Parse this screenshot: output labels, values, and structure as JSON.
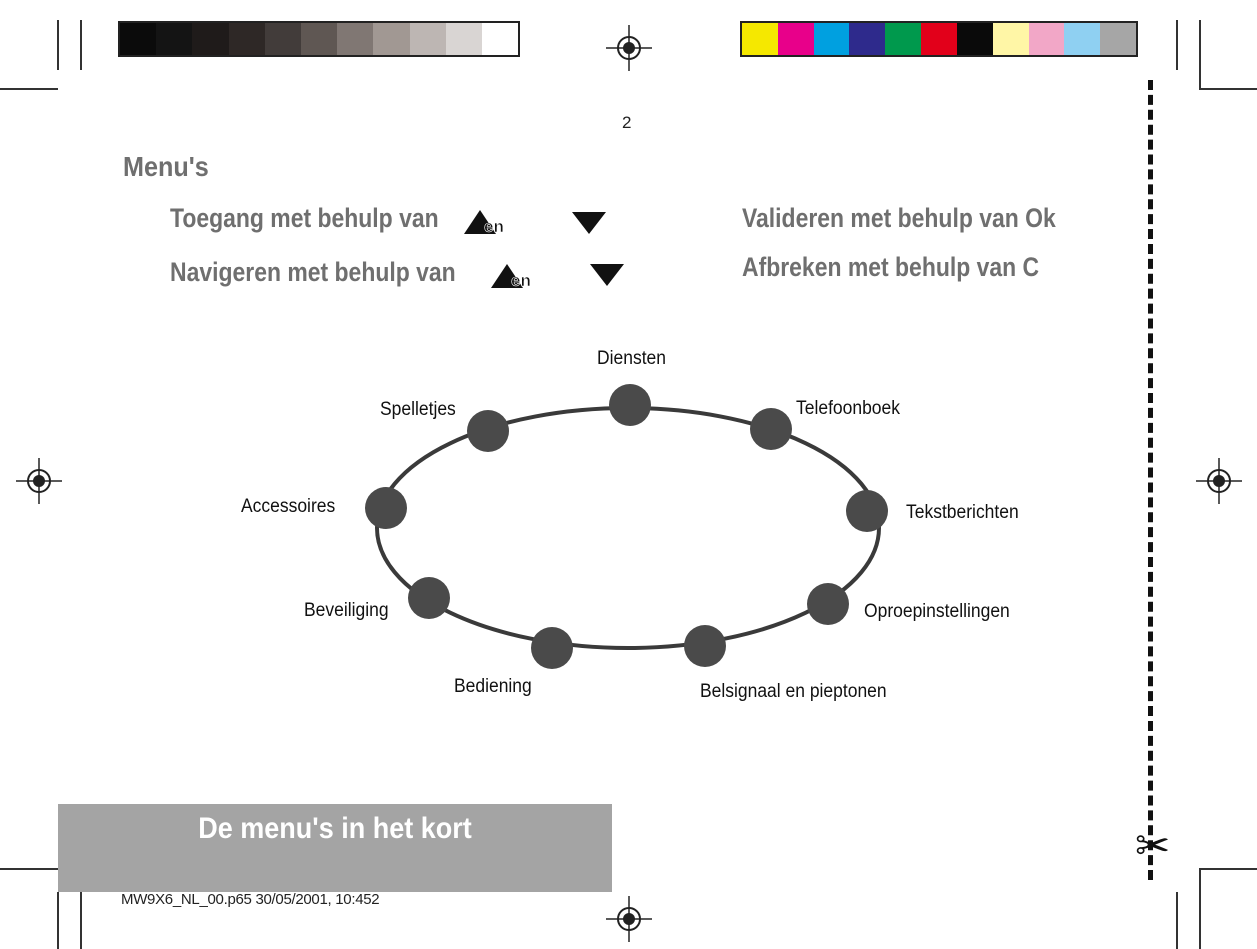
{
  "page_number": "2",
  "title": "Menu's",
  "instructions": {
    "access": "Toegang met behulp van",
    "access_key": "en",
    "navigate": "Navigeren met behulp van",
    "navigate_key": "en",
    "validate": "Valideren met behulp van Ok",
    "cancel": "Afbreken met behulp van C"
  },
  "menu_items": {
    "diensten": "Diensten",
    "telefoonboek": "Telefoonboek",
    "tekstberichten": "Tekstberichten",
    "oproepinstellingen": "Oproepinstellingen",
    "belsignaal": "Belsignaal en pieptonen",
    "bediening": "Bediening",
    "beveiliging": "Beveiliging",
    "accessoires": "Accessoires",
    "spelletjes": "Spelletjes"
  },
  "banner": {
    "text": "De menu's in het kort"
  },
  "footer": {
    "file_info": "MW9X6_NL_00.p65 30/05/2001, 10:452"
  },
  "colors": {
    "grayscale": [
      "#0b0b0b",
      "#141414",
      "#1f1b1a",
      "#2e2826",
      "#423c3a",
      "#5f5753",
      "#807773",
      "#a19893",
      "#bdb6b3",
      "#d9d5d3",
      "#ffffff"
    ],
    "color_bar": [
      "#f5e800",
      "#e8008a",
      "#00a0e0",
      "#2e2a8c",
      "#00994d",
      "#e2001a",
      "#0a0a0a",
      "#fff6a6",
      "#f2a7c7",
      "#8fd0f2",
      "#a6a6a6"
    ],
    "heading_gray": "#6f6f6f",
    "node_fill": "#4a4a4a",
    "banner_bg": "#a4a4a4"
  },
  "icons": {
    "registration_mark": "crosshair-circle",
    "scissors": "scissors-icon",
    "nav_up": "up-triangle-icon",
    "nav_down": "down-triangle-icon"
  }
}
